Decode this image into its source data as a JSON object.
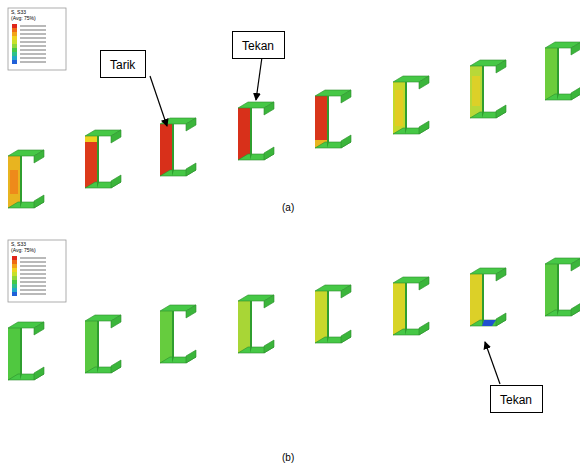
{
  "diagram": {
    "nodes": [
      {
        "text": [
          "Tarik"
        ]
      },
      {
        "text": [
          "Tekan"
        ]
      },
      {
        "text": [
          "Tekan"
        ]
      }
    ],
    "labels": [
      "S, S33",
      "(Avg: 75%)",
      "(a)",
      "S, S33",
      "(Avg: 75%)",
      "(b)"
    ]
  }
}
